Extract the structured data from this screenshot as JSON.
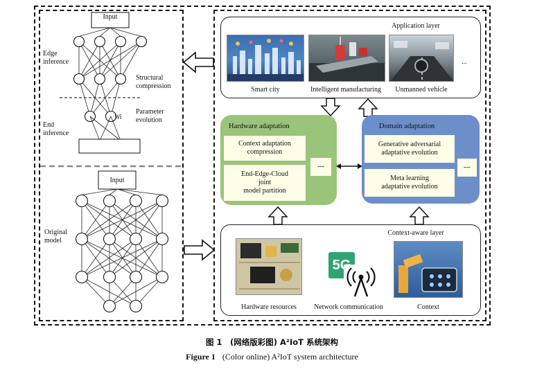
{
  "left_panel": {
    "input_top": "Input",
    "edge_inference": "Edge\ninference",
    "structural_compression": "Structural\ncompression",
    "parameter_evolution": "Parameter\nevolution",
    "wi": "Wi",
    "end_inference": "End\ninference",
    "input_bottom": "Input",
    "original_model": "Original\nmodel"
  },
  "application_layer": {
    "title": "Application layer",
    "items": [
      "Smart city",
      "Intelligent manufacturing",
      "Unmanned vehicle"
    ],
    "ellipsis": "..."
  },
  "hardware_adaptation": {
    "title": "Hardware adaptation",
    "box1": "Context adaptation\ncompression",
    "box2": "End-Edge-Cloud\njoint\nmodel partition",
    "ellipsis": "---"
  },
  "domain_adaptation": {
    "title": "Domain adaptation",
    "box1": "Generative adversarial\nadaptative evolution",
    "box2": "Meta learning\nadaptative evolution",
    "ellipsis": "---"
  },
  "context_layer": {
    "title": "Context-aware layer",
    "items": [
      "Hardware resources",
      "Network communication",
      "Context"
    ],
    "badge_5g": "5G"
  },
  "caption": {
    "cn": "图 1　(网络版彩图) A²IoT 系统架构",
    "en_label": "Figure 1",
    "en_text": "(Color online) A²IoT system architecture"
  }
}
